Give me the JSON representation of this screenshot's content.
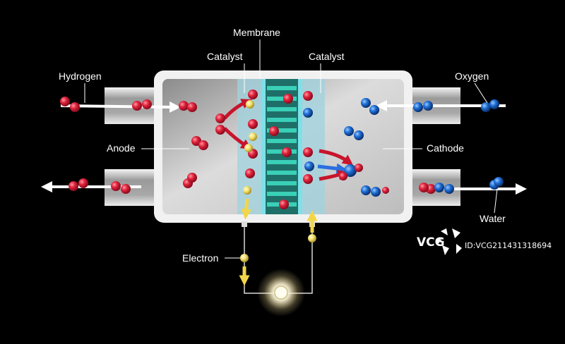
{
  "labels": {
    "membrane": "Membrane",
    "catalyst_left": "Catalyst",
    "catalyst_right": "Catalyst",
    "hydrogen": "Hydrogen",
    "oxygen": "Oxygen",
    "anode": "Anode",
    "cathode": "Cathode",
    "water": "Water",
    "electron": "Electron"
  },
  "watermark": {
    "logo_text": "VCG",
    "id_text": "ID:VCG211431318694"
  },
  "colors": {
    "background": "#000000",
    "hydrogen": "#e0233c",
    "oxygen": "#1f6fd6",
    "electron": "#f2e06a",
    "membrane": "#2fb39a",
    "catalyst": "#9fd3df",
    "casing": "#e8e8e8"
  }
}
